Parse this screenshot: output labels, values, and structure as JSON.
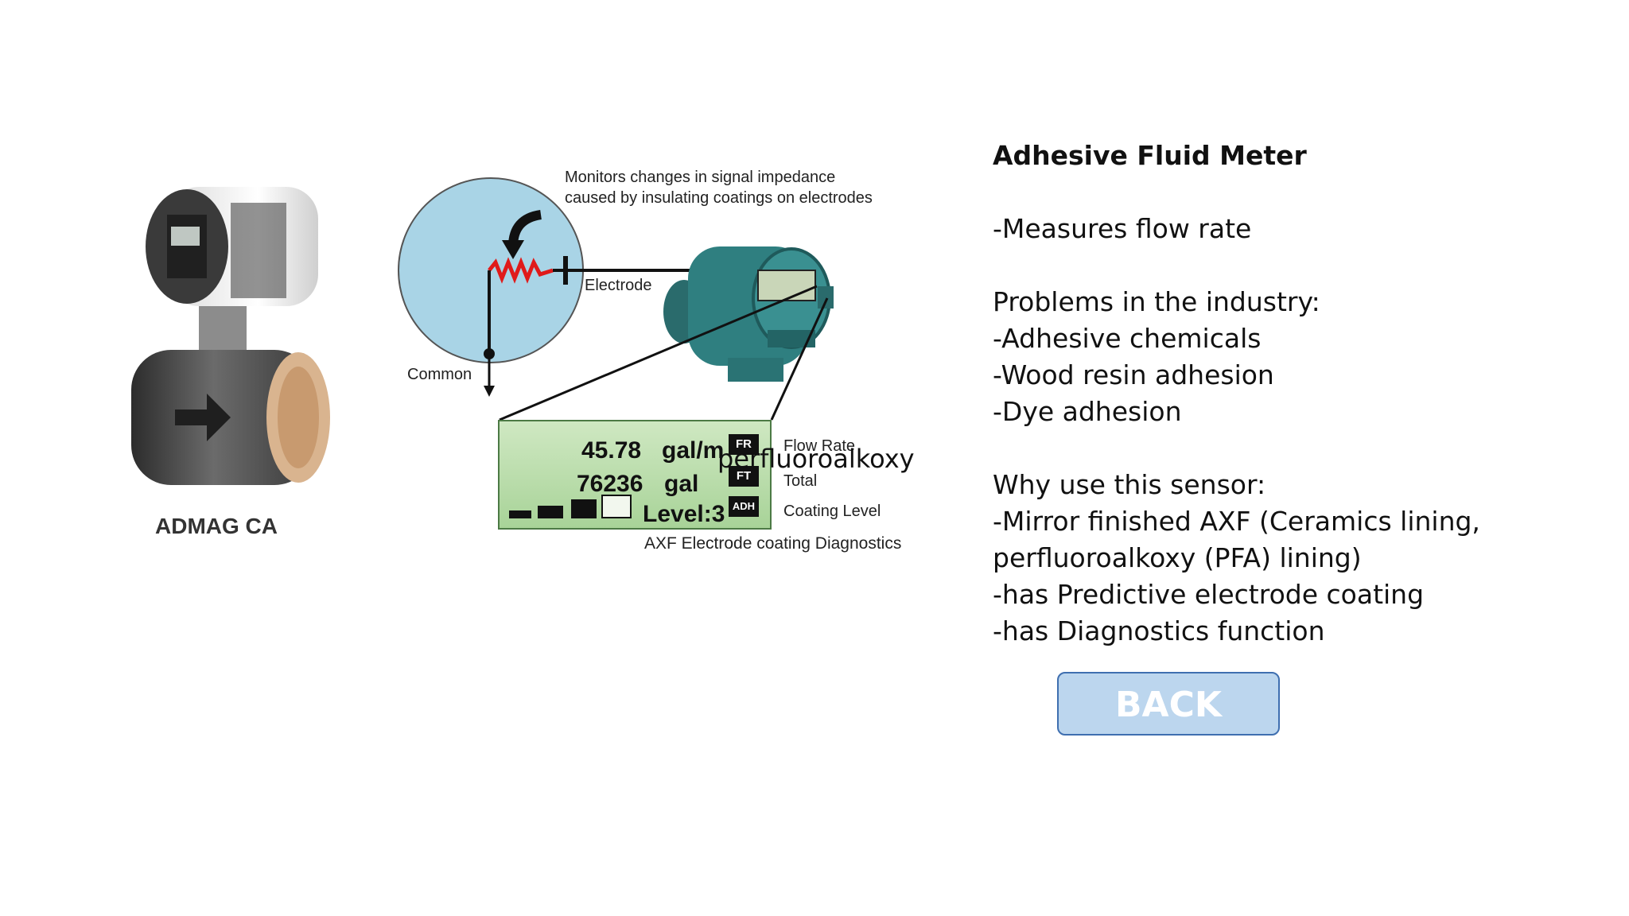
{
  "figure": {
    "product_label": "ADMAG CA",
    "callout_text_1": "Monitors changes in signal impedance",
    "callout_text_2": "caused by insulating coatings on electrodes",
    "electrode_label": "Electrode",
    "common_label": "Common",
    "display": {
      "flow_value": "45.78",
      "flow_unit": "gal/m",
      "flow_tag": "FR",
      "flow_desc": "Flow Rate",
      "total_value": "76236",
      "total_unit": "gal",
      "total_tag": "FT",
      "total_desc": "Total",
      "level_text": "Level:3",
      "level_tag": "ADH",
      "level_desc": "Coating Level"
    },
    "caption": "AXF Electrode coating Diagnostics",
    "overlay_text": "perfluoroalkoxy"
  },
  "panel": {
    "title": "Adhesive Fluid Meter",
    "intro": "-Measures flow rate",
    "problems_heading": "Problems in the industry:",
    "problems": [
      "-Adhesive chemicals",
      "-Wood resin adhesion",
      "-Dye adhesion"
    ],
    "why_heading": "Why use this sensor:",
    "reasons": [
      "-Mirror finished AXF (Ceramics lining,",
      "perfluoroalkoxy (PFA) lining)",
      "-has Predictive electrode coating",
      "-has Diagnostics function"
    ],
    "back_button": "BACK"
  },
  "colors": {
    "button_fill": "#bcd6ee",
    "button_border": "#3f6fb0",
    "lcd_green": "#a8d398",
    "transmitter_teal": "#2f7f80",
    "circle_blue": "#a9d4e6"
  }
}
